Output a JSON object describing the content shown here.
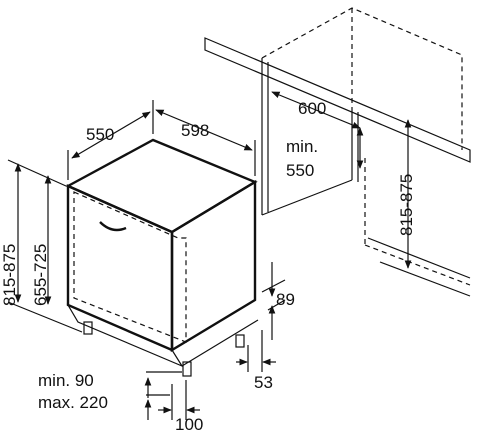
{
  "dimensions": {
    "depth": "550",
    "width": "598",
    "niche_width": "600",
    "niche_depth_line1": "min.",
    "niche_depth_line2": "550",
    "niche_height": "815-875",
    "total_height": "815-875",
    "body_height": "655-725",
    "plinth_height": "89",
    "plinth_depth": "53",
    "foot_min": "min. 90",
    "foot_max": "max. 220",
    "foot_offset": "100"
  }
}
